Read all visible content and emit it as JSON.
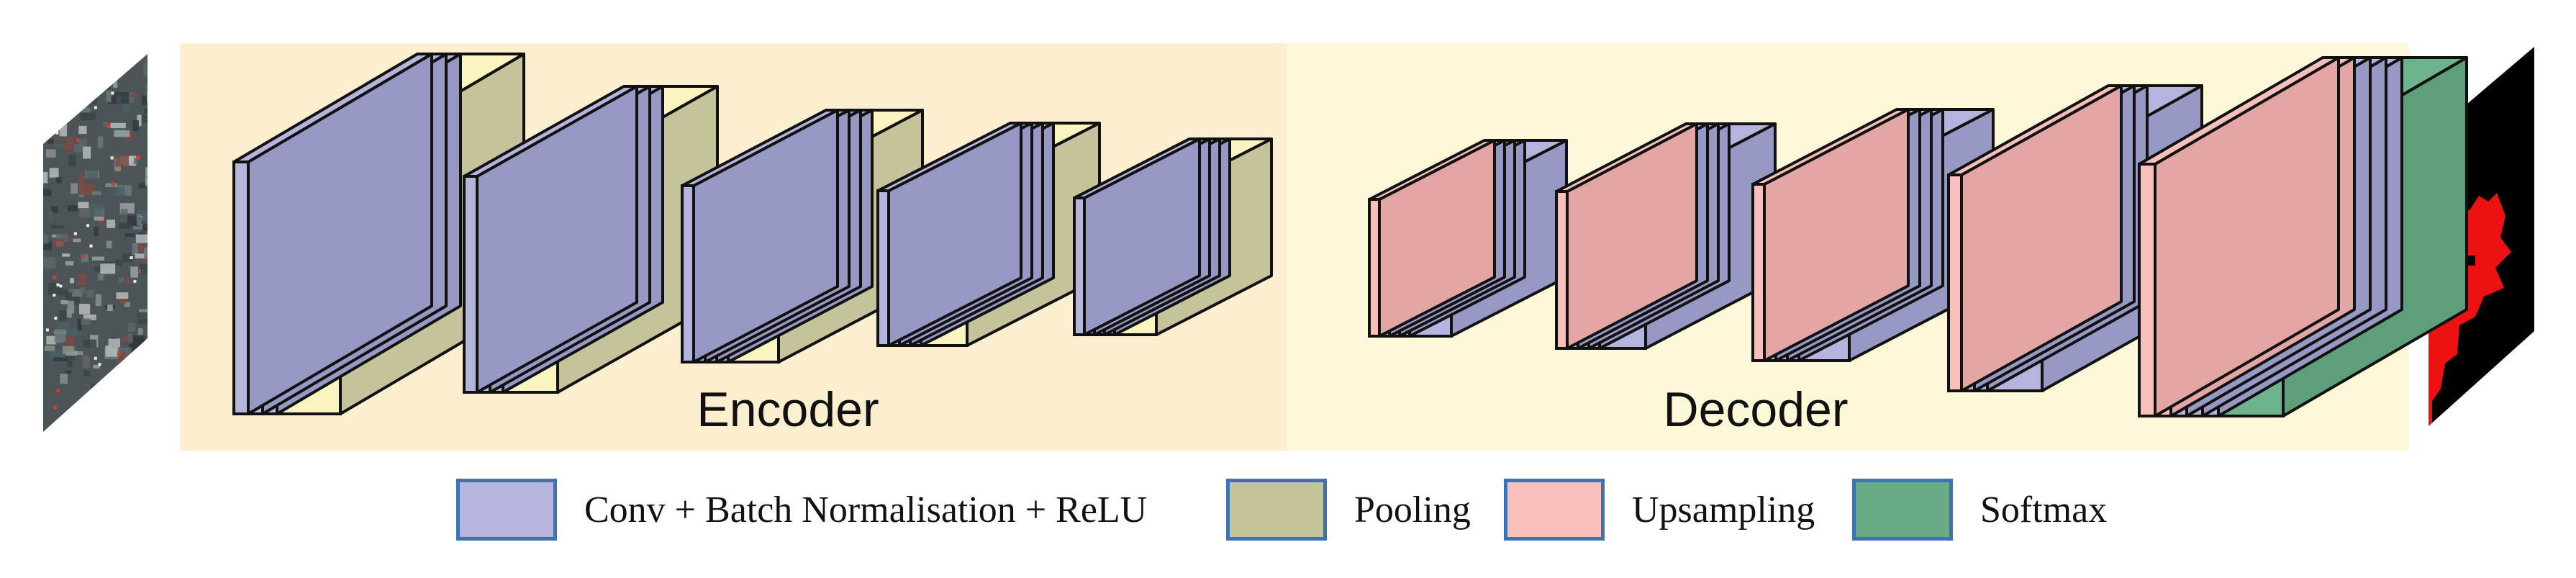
{
  "diagram": {
    "regions": [
      {
        "id": "encoder",
        "label": "Encoder",
        "fill": "#fbefcf"
      },
      {
        "id": "decoder",
        "label": "Decoder",
        "fill": "#fdf9d8"
      }
    ],
    "input_image": {
      "description_icon": "satellite-image-icon"
    },
    "output_image": {
      "description_icon": "segmentation-mask-icon"
    },
    "encoder_blocks": [
      {
        "layers": [
          "conv",
          "conv",
          "conv",
          "pool"
        ]
      },
      {
        "layers": [
          "conv",
          "conv",
          "conv",
          "pool"
        ]
      },
      {
        "layers": [
          "conv",
          "conv",
          "conv",
          "conv",
          "pool"
        ]
      },
      {
        "layers": [
          "conv",
          "conv",
          "conv",
          "conv",
          "pool"
        ]
      },
      {
        "layers": [
          "conv",
          "conv",
          "conv",
          "conv",
          "pool"
        ]
      }
    ],
    "decoder_blocks": [
      {
        "layers": [
          "up",
          "conv",
          "conv",
          "conv",
          "conv"
        ]
      },
      {
        "layers": [
          "up",
          "conv",
          "conv",
          "conv",
          "conv"
        ]
      },
      {
        "layers": [
          "up",
          "conv",
          "conv",
          "conv",
          "conv"
        ]
      },
      {
        "layers": [
          "up",
          "conv",
          "conv",
          "conv"
        ]
      },
      {
        "layers": [
          "up",
          "up",
          "conv",
          "conv",
          "conv",
          "softmax"
        ]
      }
    ]
  },
  "legend": [
    {
      "key": "conv",
      "label": "Conv + Batch Normalisation + ReLU",
      "color": "#b4b4dc"
    },
    {
      "key": "pool",
      "label": "Pooling",
      "color": "#c5c39b"
    },
    {
      "key": "up",
      "label": "Upsampling",
      "color": "#f9c0bb"
    },
    {
      "key": "softmax",
      "label": "Softmax",
      "color": "#68ab85"
    }
  ],
  "colors": {
    "conv_front": "#b4b4dc",
    "conv_side": "#9898c4",
    "pool_front": "#f9f4c0",
    "pool_side": "#c5c39b",
    "up_front": "#f9c0bb",
    "up_side": "#e3a6a4",
    "softmax_front": "#6fb38e",
    "softmax_side": "#5e9e7b",
    "outline": "#111111"
  }
}
